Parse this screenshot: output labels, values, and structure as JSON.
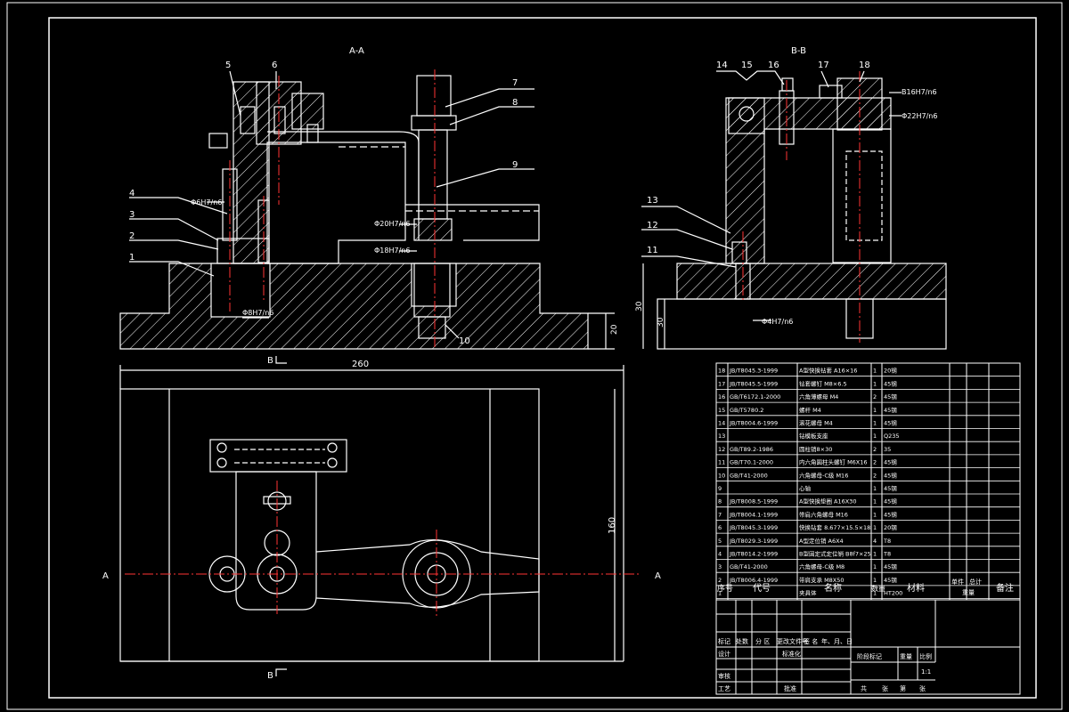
{
  "views": {
    "section_aa": "A-A",
    "section_bb": "B-B",
    "cut_left": "A",
    "cut_right": "A",
    "cut_top": "B",
    "cut_bottom": "B"
  },
  "leaders_aa": [
    "5",
    "6",
    "7",
    "8",
    "9",
    "4",
    "3",
    "2",
    "1",
    "10"
  ],
  "leaders_bb": [
    "14",
    "15",
    "16",
    "17",
    "18",
    "13",
    "12",
    "11"
  ],
  "dims": {
    "width": "260",
    "height": "160",
    "base_h": "30",
    "base_h2": "30",
    "base_h3": "20",
    "d6": "Φ6H7/n6",
    "d20": "Φ20H7/n6",
    "d18": "Φ18H7/n6",
    "d8": "Φ8H7/n6",
    "b16": "B16H7/n6",
    "d22": "Φ22H7/n6",
    "d4": "Φ4H7/n6"
  },
  "bom": {
    "rows": [
      [
        "18",
        "JB/T8045.3-1999",
        "A型快换钻套 A16×16",
        "1",
        "20钢",
        ""
      ],
      [
        "17",
        "JB/T8045.5-1999",
        "钻套螺钉 M8×6.5",
        "1",
        "45钢",
        ""
      ],
      [
        "16",
        "GB/T6172.1-2000",
        "六角薄螺母 M4",
        "2",
        "45钢",
        ""
      ],
      [
        "15",
        "GB/T5780.2",
        "螺杆 M4",
        "1",
        "45钢",
        ""
      ],
      [
        "14",
        "JB/T8004.6-1999",
        "滚花螺母 M4",
        "1",
        "45钢",
        ""
      ],
      [
        "13",
        "",
        "钻模板支座",
        "1",
        "Q235",
        ""
      ],
      [
        "12",
        "GB/T89.2-1986",
        "圆柱销8×30",
        "2",
        "35",
        ""
      ],
      [
        "11",
        "GB/T70.1-2000",
        "内六角圆柱头螺钉 M6X16",
        "2",
        "45钢",
        ""
      ],
      [
        "10",
        "GB/T41-2000",
        "六角螺母-C级 M16",
        "2",
        "45钢",
        ""
      ],
      [
        "9",
        "",
        "心轴",
        "1",
        "45钢",
        ""
      ],
      [
        "8",
        "JB/T8008.5-1999",
        "A型快换垫圈 A16X30",
        "1",
        "45钢",
        ""
      ],
      [
        "7",
        "JB/T8004.1-1999",
        "带肩六角螺母 M16",
        "1",
        "45钢",
        ""
      ],
      [
        "6",
        "JB/T8045.3-1999",
        "快换钻套 8.677×15.5×18",
        "1",
        "20钢",
        ""
      ],
      [
        "5",
        "JB/T8029.3-1999",
        "A型定位销 A6X4",
        "4",
        "T8",
        ""
      ],
      [
        "4",
        "JB/T8014.2-1999",
        "B型固定式定位销 B8f7×25",
        "1",
        "T8",
        ""
      ],
      [
        "3",
        "GB/T41-2000",
        "六角螺母-C级 M8",
        "1",
        "45钢",
        ""
      ],
      [
        "2",
        "JB/T8006.4-1999",
        "带肩支承 M8X50",
        "1",
        "45钢",
        ""
      ],
      [
        "1",
        "",
        "夹具体",
        "1",
        "HT200",
        ""
      ]
    ],
    "header": {
      "seq": "序号",
      "code": "代号",
      "name": "名称",
      "qty": "数量",
      "material": "材料",
      "single": "单件",
      "total": "总计",
      "weight": "重量",
      "remark": "备注"
    }
  },
  "title_block": {
    "mark": "标记",
    "count": "处数",
    "zone": "分 区",
    "doc": "更改文件号",
    "sign": "签 名",
    "date": "年、月、日",
    "design": "设计",
    "std": "标准化",
    "stage": "阶段标记",
    "weight": "重量",
    "scale": "比例",
    "scale_val": "1:1",
    "review": "审核",
    "process": "工艺",
    "approve": "批准",
    "total": "共",
    "sheet": "张",
    "no": "第",
    "sheet2": "张"
  }
}
